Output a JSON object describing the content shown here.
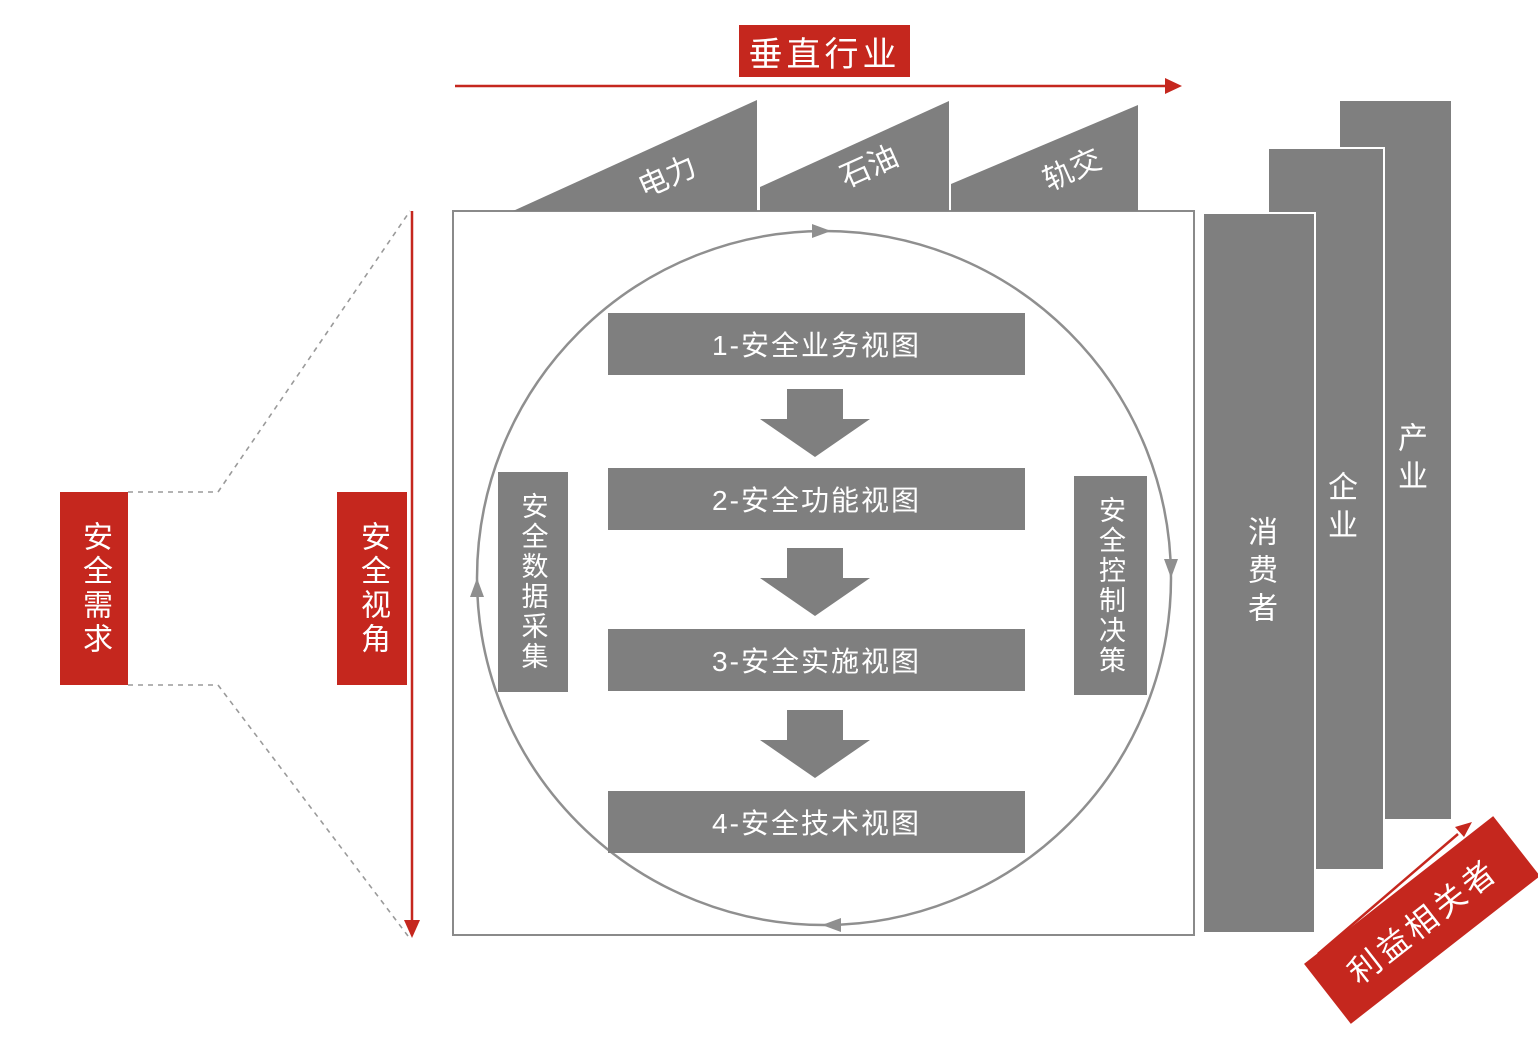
{
  "colors": {
    "accent_red": "#c5271e",
    "shape_gray": "#7f7f7f",
    "line_gray": "#8f8f8f"
  },
  "top_axis": {
    "label": "垂直行业",
    "industries": [
      "电力",
      "石油",
      "轨交"
    ]
  },
  "left_side": {
    "requirement_label": "安全需求",
    "perspective_label": "安全视角"
  },
  "cycle": {
    "views": [
      "1-安全业务视图",
      "2-安全功能视图",
      "3-安全实施视图",
      "4-安全技术视图"
    ],
    "left_process_label": "安全数据采集",
    "right_process_label": "安全控制决策"
  },
  "stakeholders": {
    "axis_label": "利益相关者",
    "groups": [
      "消费者",
      "企业",
      "产业"
    ]
  }
}
